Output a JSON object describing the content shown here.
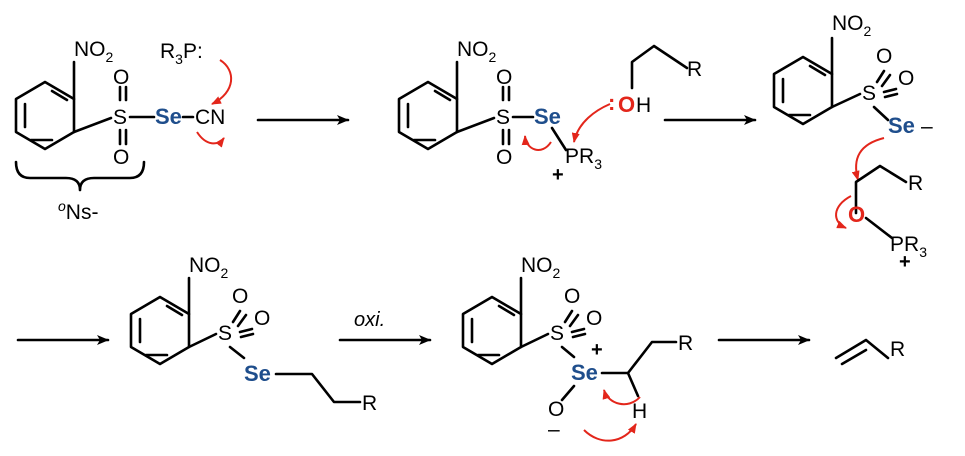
{
  "colors": {
    "bond": "#000000",
    "selenium": "#1f4e8c",
    "curly_arrow": "#e3261b",
    "oxygen": "#e3261b"
  },
  "labels": {
    "no2": "NO",
    "no2_sub": "2",
    "o": "O",
    "s": "S",
    "se": "Se",
    "cn": "CN",
    "r3p": "R",
    "r3p_sub": "3",
    "r3p_tail": "P:",
    "pr3": "PR",
    "pr3_sub": "3",
    "r": "R",
    "oh_o": "O",
    "oh_h": "H",
    "lone_pair": ":",
    "h": "H",
    "plus": "+",
    "minus": "–",
    "ons_sup": "o",
    "ons": "Ns-",
    "oxi": "oxi."
  }
}
